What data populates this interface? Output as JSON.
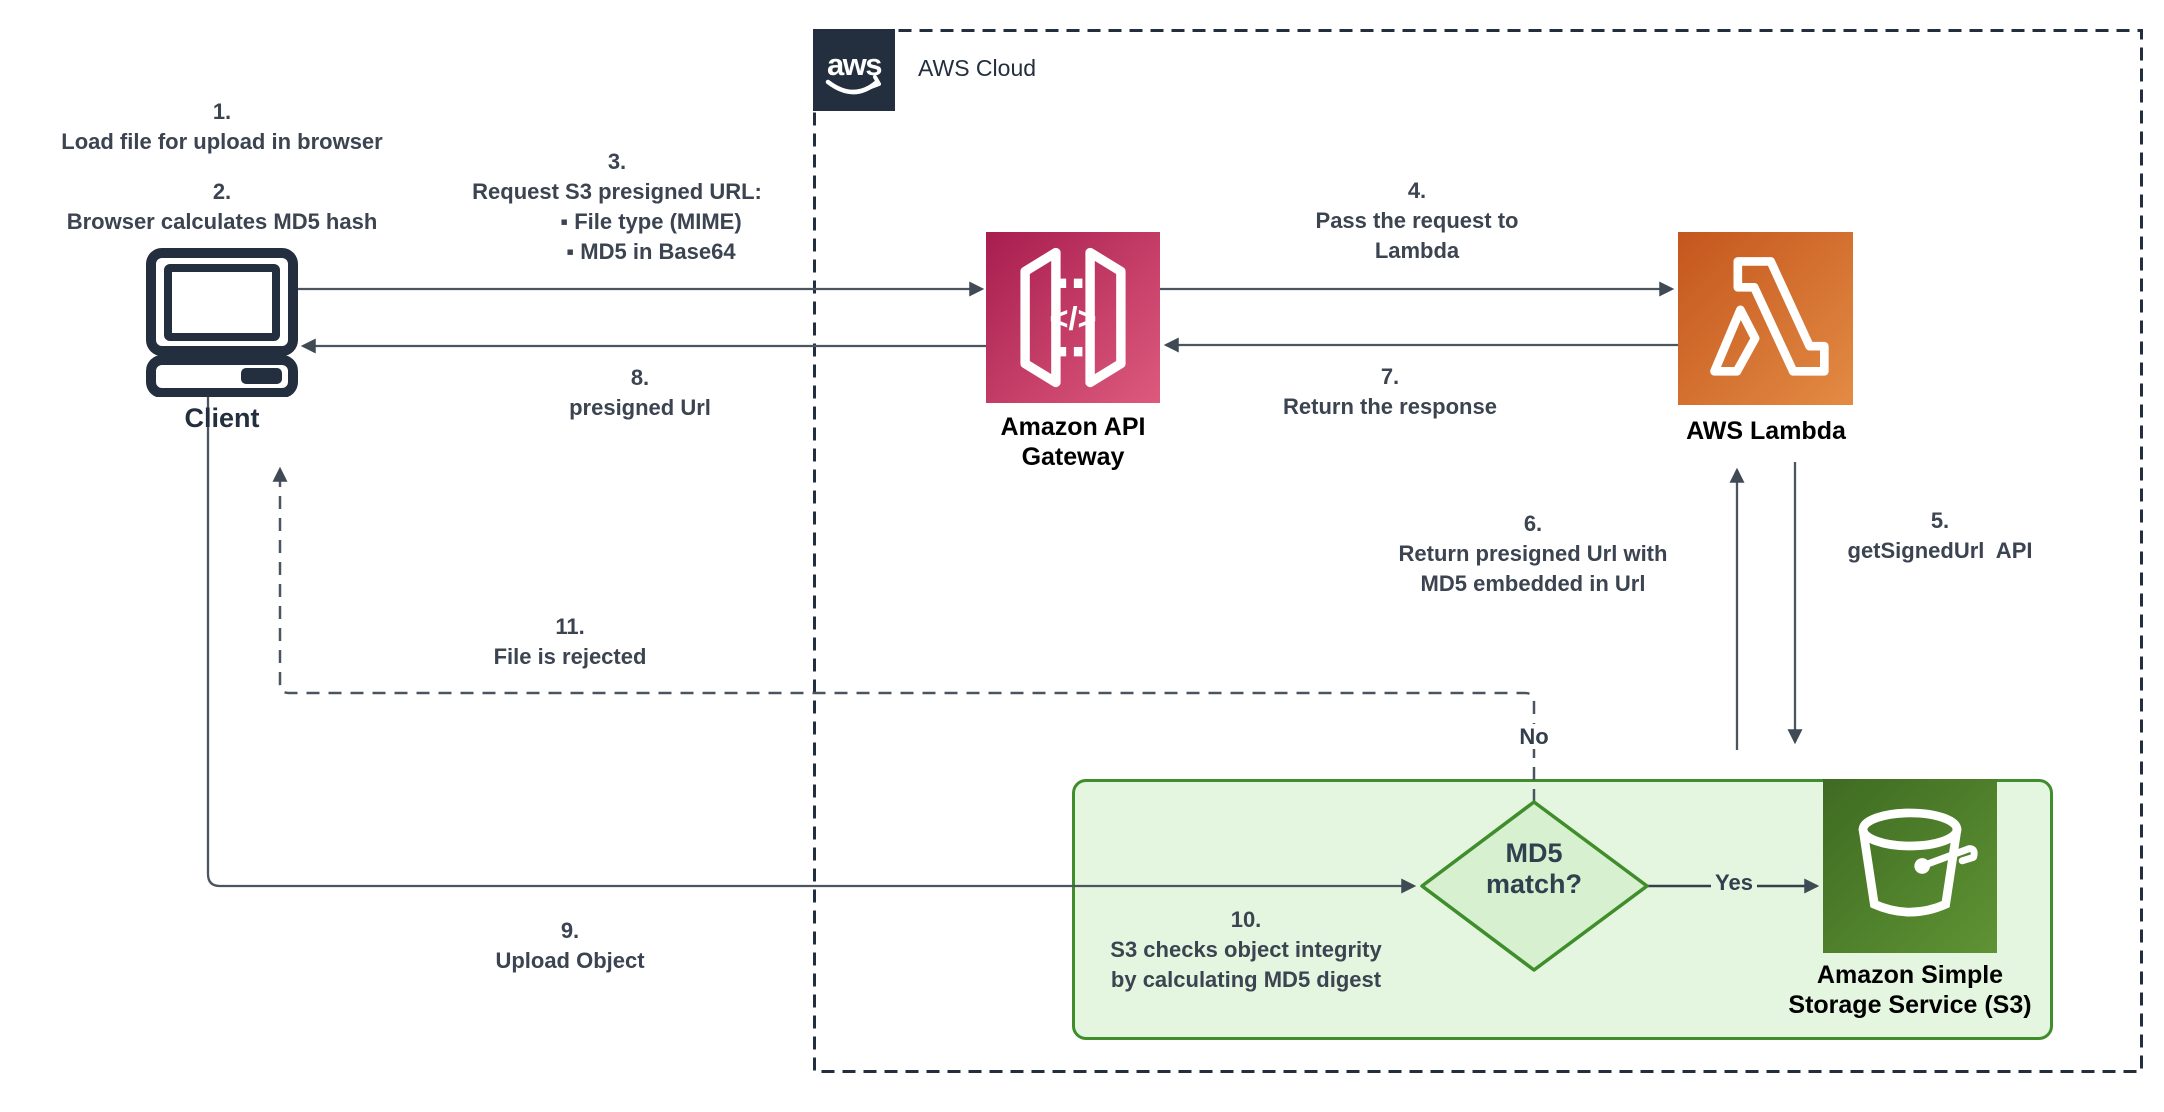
{
  "diagram": {
    "title_region": {
      "aws_cloud_label": "AWS Cloud",
      "aws_logo_text": "aws"
    },
    "nodes": {
      "client": {
        "label": "Client"
      },
      "api_gateway": {
        "label": "Amazon API\nGateway"
      },
      "lambda": {
        "label": "AWS Lambda"
      },
      "s3": {
        "label": "Amazon Simple\nStorage Service (S3)"
      },
      "decision": {
        "label": "MD5\nmatch?"
      }
    },
    "icons": {
      "api_gateway_glyph": "</>"
    },
    "annotations": {
      "step1": "1.\nLoad file for upload in browser",
      "step2": "2.\nBrowser calculates MD5 hash",
      "step3": "3.\nRequest S3 presigned URL:",
      "step3_bullets": "▪ File type (MIME)\n▪ MD5 in Base64",
      "step4": "4.\nPass the request to\nLambda",
      "step5": "5.\ngetSignedUrl  API",
      "step6": "6.\nReturn presigned Url with\nMD5 embedded in Url",
      "step7": "7.\nReturn the response",
      "step8": "8.\npresigned Url",
      "step9": "9.\nUpload Object",
      "step10": "10.\nS3 checks object integrity\nby calculating MD5 digest",
      "step11": "11.\nFile is rejected",
      "yes": "Yes",
      "no": "No"
    },
    "colors": {
      "outline_navy": "#232F3E",
      "annotation_text": "#3B4450",
      "arrow_line": "#4A5560",
      "arrow_head": "#3F4A55",
      "api_gateway_gradient": [
        "#A81D4F",
        "#DD5A7D"
      ],
      "lambda_gradient": [
        "#C4561D",
        "#E38B44"
      ],
      "s3_gradient": [
        "#3E6B22",
        "#5F9334"
      ],
      "green_box_fill": "#E4F6E0",
      "green_border": "#3F8D2B",
      "diamond_fill": "#D6F0D0"
    }
  }
}
